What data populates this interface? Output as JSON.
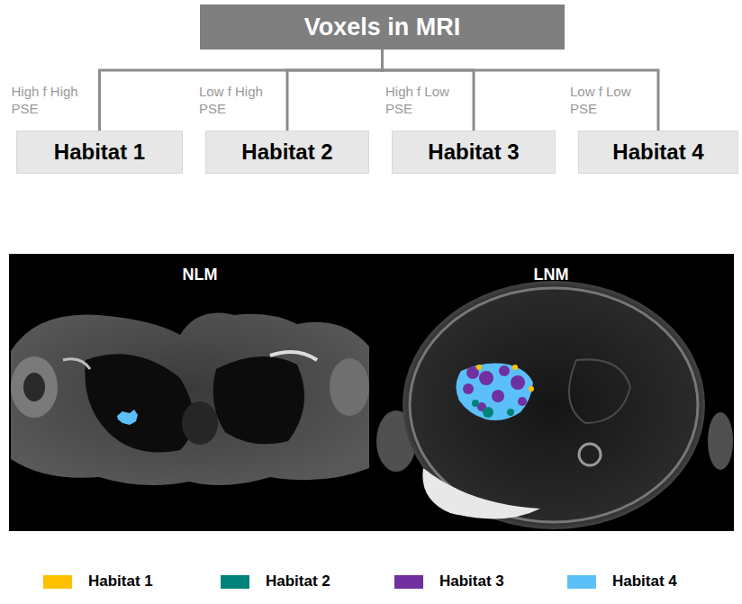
{
  "diagram": {
    "nodes": [
      {
        "text": [
          "Voxels in MRI"
        ]
      },
      {
        "text": [
          "Habitat 1"
        ]
      },
      {
        "text": [
          "Habitat 2"
        ]
      },
      {
        "text": [
          "Habitat 3"
        ]
      },
      {
        "text": [
          "Habitat 4"
        ]
      }
    ],
    "edges": [
      {
        "from": 0,
        "to": 1,
        "arrow": "none",
        "label": "High f High PSE"
      },
      {
        "from": 0,
        "to": 2,
        "arrow": "none",
        "label": "Low f High PSE"
      },
      {
        "from": 0,
        "to": 3,
        "arrow": "none",
        "label": "High f Low PSE"
      },
      {
        "from": 0,
        "to": 4,
        "arrow": "none",
        "label": "Low f Low PSE"
      }
    ],
    "labels": [
      "NLM",
      "LNM"
    ],
    "legend": [
      {
        "text": "Habitat 1",
        "color": "#ffc000"
      },
      {
        "text": "Habitat 2",
        "color": "#00827a"
      },
      {
        "text": "Habitat 3",
        "color": "#7030a0"
      },
      {
        "text": "Habitat 4",
        "color": "#5bc0f8"
      }
    ]
  }
}
